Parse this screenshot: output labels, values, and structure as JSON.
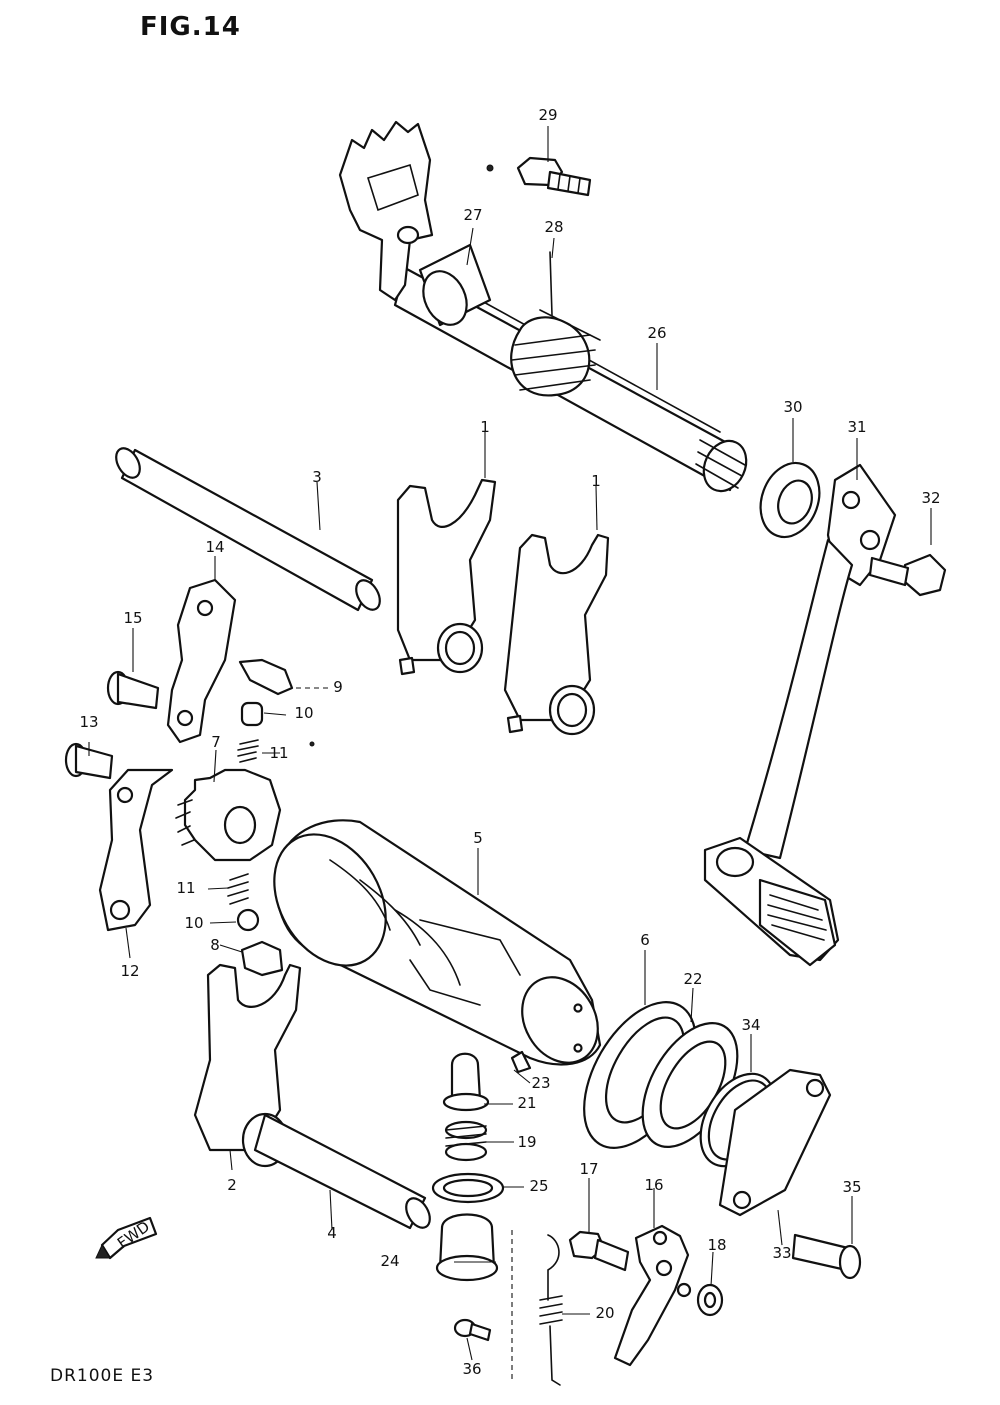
{
  "figure": {
    "title": "FIG.14",
    "model": "DR100E  E3",
    "fwd_label": "FWD"
  },
  "parts": [
    "1",
    "1",
    "2",
    "3",
    "4",
    "5",
    "6",
    "7",
    "8",
    "9",
    "10",
    "10",
    "11",
    "11",
    "12",
    "13",
    "14",
    "15",
    "16",
    "17",
    "18",
    "19",
    "20",
    "21",
    "22",
    "23",
    "24",
    "25",
    "26",
    "27",
    "28",
    "29",
    "30",
    "31",
    "32",
    "33",
    "34",
    "35",
    "36"
  ]
}
